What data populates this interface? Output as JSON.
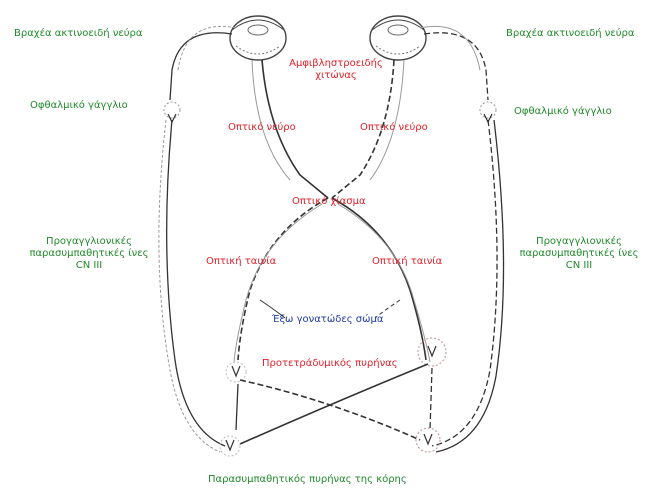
{
  "labels": {
    "short_ciliary_left": "Βραχέα ακτινοειδή νεύρα",
    "short_ciliary_right": "Βραχέα ακτινοειδή νεύρα",
    "ciliary_ganglion_left": "Οφθαλμικό γάγγλιο",
    "ciliary_ganglion_right": "Οφθαλμικό γάγγλιο",
    "choroid_line1": "Αμφιβληστροειδής",
    "choroid_line2": "χιτώνας",
    "optic_nerve_left": "Οπτικό νεύρο",
    "optic_nerve_right": "Οπτικό νεύρο",
    "optic_chiasm": "Οπτικό χίασμα",
    "preganglionic_left_line1": "Προγαγγλιονικές",
    "preganglionic_left_line2": "παρασυμπαθητικές ίνες",
    "preganglionic_left_line3": "CN III",
    "preganglionic_right_line1": "Προγαγγλιονικές",
    "preganglionic_right_line2": "παρασυμπαθητικές ίνες",
    "preganglionic_right_line3": "CN III",
    "optic_tract_left": "Οπτική ταινία",
    "optic_tract_right": "Οπτική ταινία",
    "lateral_geniculate": "Έξω γονατώδες σώμα",
    "pretectal_nucleus": "Προτετράδυμικός πυρήνας",
    "parasympathetic_nucleus": "Παρασυμπαθητικός  πυρήνας της κόρης"
  },
  "colors": {
    "green": "#1f8a2a",
    "red": "#e0202a",
    "blue": "#1e3aa8",
    "line": "#222222",
    "light_line": "#9a9a9a"
  }
}
